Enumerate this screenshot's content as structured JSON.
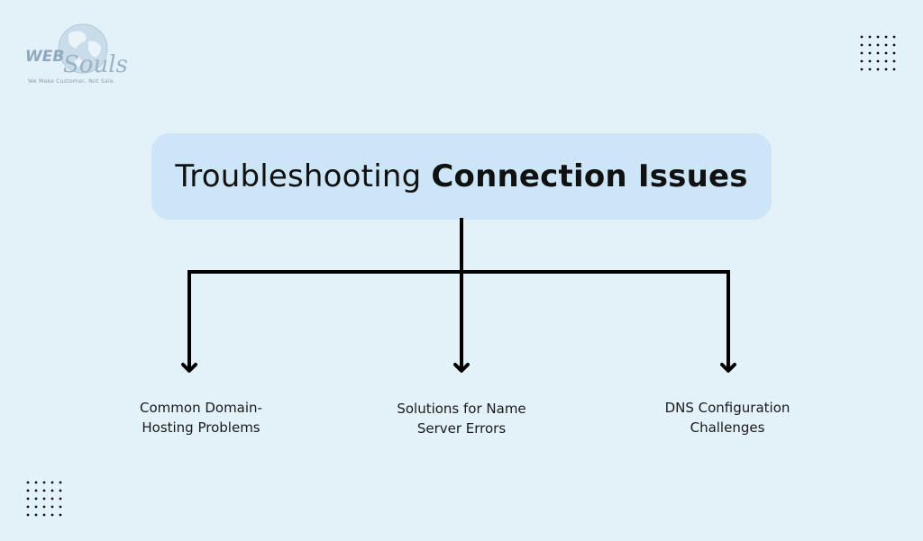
{
  "logo": {
    "brand_web": "WEB",
    "brand_souls": "Souls",
    "tagline": "We Make Customer, Not Sale"
  },
  "title": {
    "regular": "Troubleshooting",
    "bold": "Connection Issues"
  },
  "branches": [
    {
      "line1": "Common Domain-",
      "line2": "Hosting Problems"
    },
    {
      "line1": "Solutions for Name",
      "line2": "Server Errors"
    },
    {
      "line1": "DNS Configuration",
      "line2": "Challenges"
    }
  ],
  "colors": {
    "background": "#e3f1f9",
    "title_box": "#cde6f7",
    "lines": "#000000",
    "dots": "#111111"
  }
}
